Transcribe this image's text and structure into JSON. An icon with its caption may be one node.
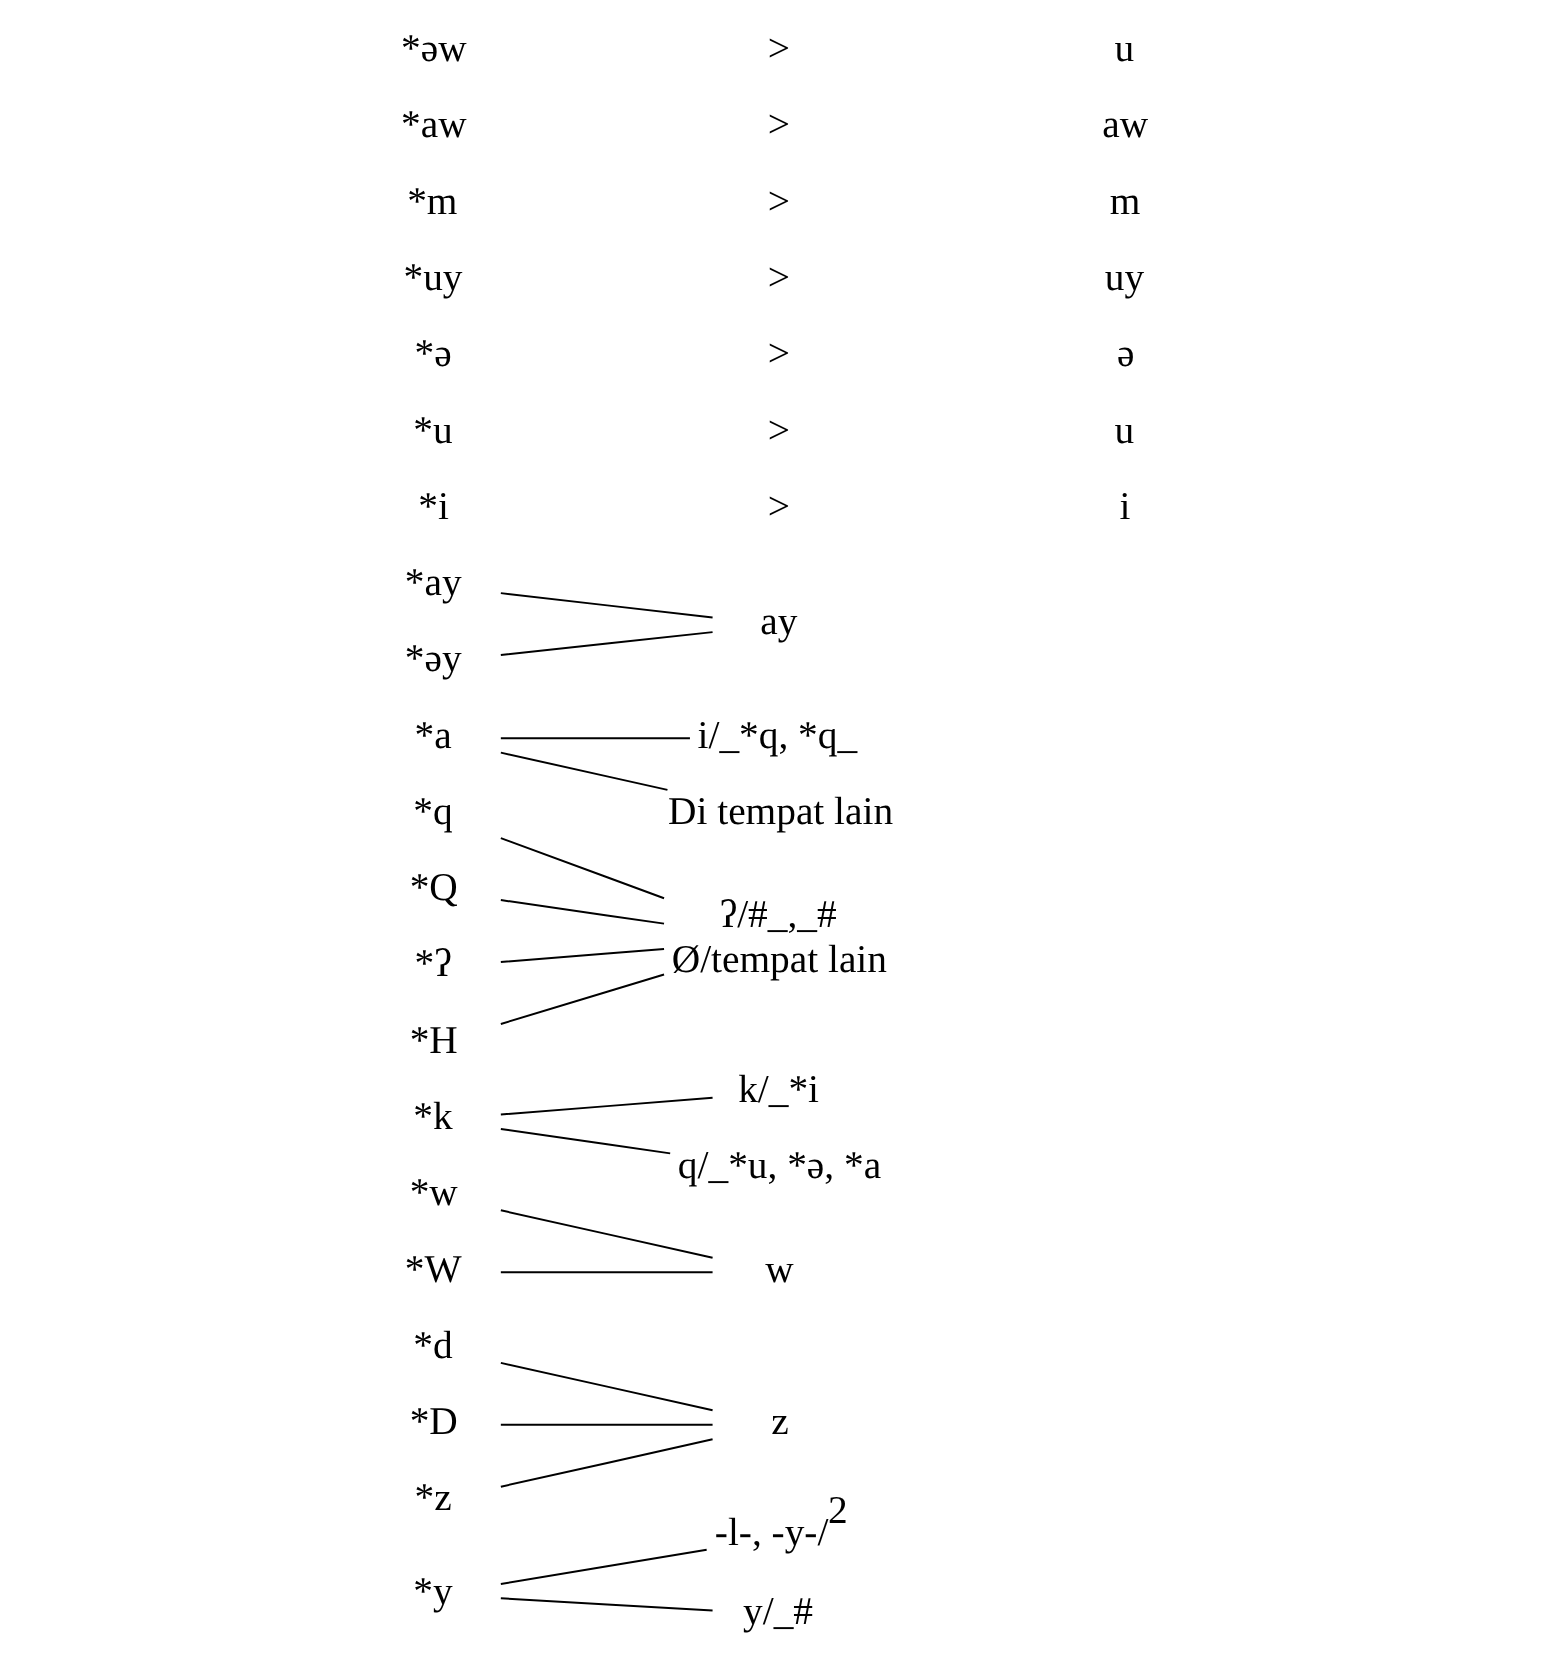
{
  "diagram": {
    "nodes": [
      {
        "text": [
          "*y"
        ]
      },
      {
        "text": [
          "-l-, -y-/$^{2}$"
        ]
      },
      {
        "text": [
          "y/_#"
        ]
      },
      {
        "text": [
          "*d"
        ]
      },
      {
        "text": [
          "*D"
        ]
      },
      {
        "text": [
          "*z"
        ]
      },
      {
        "text": [
          "z"
        ]
      },
      {
        "text": [
          "*w"
        ]
      },
      {
        "text": [
          "*W"
        ]
      },
      {
        "text": [
          "w"
        ]
      },
      {
        "text": [
          "*k"
        ]
      },
      {
        "text": [
          "k/_*i"
        ]
      },
      {
        "text": [
          "q/_*u, *ə, *a"
        ]
      },
      {
        "text": [
          "*q"
        ]
      },
      {
        "text": [
          "*Q"
        ]
      },
      {
        "text": [
          "ʔ/#_,_#",
          "Ø/tempat lain"
        ]
      },
      {
        "text": [
          "*ʔ"
        ]
      },
      {
        "text": [
          "*H"
        ]
      },
      {
        "text": [
          "*a"
        ]
      },
      {
        "text": [
          "i/_*q, *q_"
        ]
      },
      {
        "text": [
          "Di tempat lain"
        ]
      },
      {
        "text": [
          "*ay"
        ]
      },
      {
        "text": [
          "*əy"
        ]
      },
      {
        "text": [
          "ay"
        ]
      }
    ],
    "edges": [
      {
        "from": 0,
        "to": 1,
        "arrow": "none"
      },
      {
        "from": 0,
        "to": 2,
        "arrow": "none"
      },
      {
        "from": 3,
        "to": 6,
        "arrow": "none"
      },
      {
        "from": 4,
        "to": 6,
        "arrow": "none"
      },
      {
        "from": 5,
        "to": 6,
        "arrow": "none"
      },
      {
        "from": 7,
        "to": 9,
        "arrow": "none"
      },
      {
        "from": 8,
        "to": 9,
        "arrow": "none"
      },
      {
        "from": 10,
        "to": 11,
        "arrow": "none"
      },
      {
        "from": 10,
        "to": 12,
        "arrow": "none"
      },
      {
        "from": 13,
        "to": 15,
        "arrow": "none"
      },
      {
        "from": 14,
        "to": 15,
        "arrow": "none"
      },
      {
        "from": 16,
        "to": 15,
        "arrow": "none"
      },
      {
        "from": 17,
        "to": 15,
        "arrow": "none"
      },
      {
        "from": 18,
        "to": 19,
        "arrow": "none"
      },
      {
        "from": 18,
        "to": 20,
        "arrow": "none"
      },
      {
        "from": 21,
        "to": 23,
        "arrow": "none"
      },
      {
        "from": 22,
        "to": 23,
        "arrow": "none"
      }
    ],
    "labels": [
      "*i",
      ">",
      "i",
      "*u",
      ">",
      "u",
      "*ə",
      ">",
      "ə",
      "*uy",
      ">",
      "uy",
      "*m",
      ">",
      "m",
      "*aw",
      ">",
      "aw",
      "*əw",
      ">",
      "u"
    ]
  }
}
